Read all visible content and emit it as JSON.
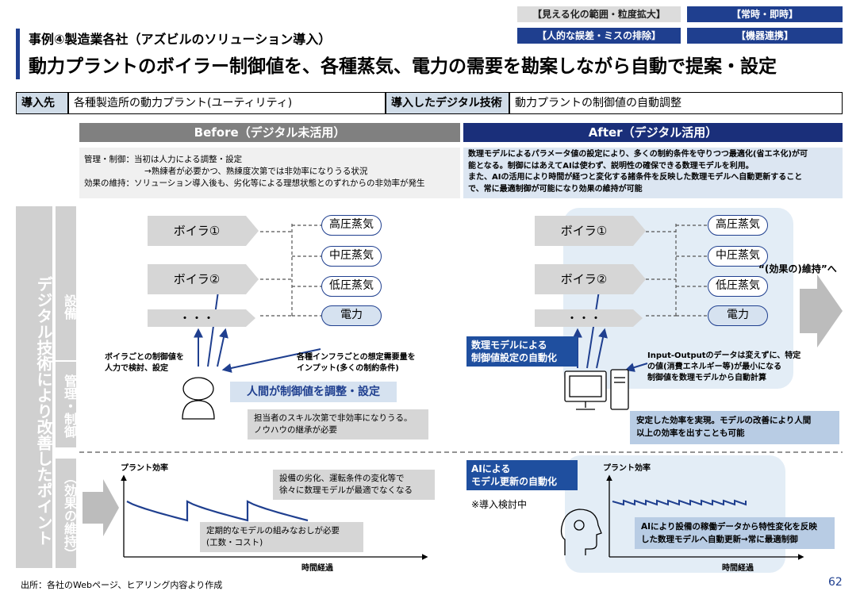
{
  "tags": {
    "tag1": "【見える化の範囲・粒度拡大】",
    "tag2": "【常時・即時】",
    "tag3": "【人的な誤差・ミスの排除】",
    "tag4": "【機器連携】"
  },
  "header": {
    "subtitle": "事例④製造業各社（アズビルのソリューション導入）",
    "title": "動力プラントのボイラー制御値を、各種蒸気、電力の需要を勘案しながら自動で提案・設定"
  },
  "info_row": {
    "label1": "導入先",
    "value1": "各種製造所の動力プラント(ユーティリティ)",
    "label2": "導入したデジタル技術",
    "value2": "動力プラントの制御値の自動調整"
  },
  "before": {
    "band": "Before（デジタル未活用）",
    "note_line1": "管理・制御：当初は人力による調整・設定",
    "note_line2": "→熟練者が必要かつ、熟練度次第では非効率になりうる状況",
    "note_line3": "効果の維持：ソリューション導入後も、劣化等による理想状態とのずれからの非効率が発生",
    "boiler1": "ボイラ①",
    "boiler2": "ボイラ②",
    "boiler3": "・・・",
    "steam_high": "高圧蒸気",
    "steam_mid": "中圧蒸気",
    "steam_low": "低圧蒸気",
    "power": "電力",
    "label_manual_line1": "ボイラごとの制御値を",
    "label_manual_line2": "人力で検討、設定",
    "label_input_line1": "各種インフラごとの想定需要量を",
    "label_input_line2": "インプット(多くの制約条件)",
    "human_box": "人間が制御値を調整・設定",
    "human_note_line1": "担当者のスキル次第で非効率になりうる。",
    "human_note_line2": "ノウハウの継承が必要",
    "chart_ylabel": "プラント効率",
    "chart_xlabel": "時間経過",
    "chart_note1_line1": "設備の劣化、運転条件の変化等で",
    "chart_note1_line2": "徐々に数理モデルが最適でなくなる",
    "chart_note2_line1": "定期的なモデルの組みなおしが必要",
    "chart_note2_line2": "(工数・コスト)"
  },
  "after": {
    "band": "After（デジタル活用）",
    "note_line1": "数理モデルによるパラメータ値の設定により、多くの制約条件を守りつつ最適化(省エネ化)が可",
    "note_line2": "能となる。制御にはあえてAIは使わず、説明性の確保できる数理モデルを利用。",
    "note_line3": "また、AIの活用により時間が経つと変化する諸条件を反映した数理モデルへ自動更新すること",
    "note_line4": "で、常に最適制御が可能になり効果の維持が可能",
    "boiler1": "ボイラ①",
    "boiler2": "ボイラ②",
    "boiler3": "・・・",
    "steam_high": "高圧蒸気",
    "steam_mid": "中圧蒸気",
    "steam_low": "低圧蒸気",
    "power": "電力",
    "maintain_label": "“(効果の)維持”へ",
    "model_box_line1": "数理モデルによる",
    "model_box_line2": "制御値設定の自動化",
    "io_note_line1": "Input-Outputのデータは変えずに、特定",
    "io_note_line2": "の値(消費エネルギー等)が最小になる",
    "io_note_line3": "制御値を数理モデルから自動計算",
    "efficiency_note_line1": "安定した効率を実現。モデルの改善により人間",
    "efficiency_note_line2": "以上の効率を出すことも可能",
    "ai_box_line1": "AIによる",
    "ai_box_line2": "モデル更新の自動化",
    "under_review": "※導入検討中",
    "chart_ylabel": "プラント効率",
    "chart_xlabel": "時間経過",
    "ai_note_line1": "AIにより設備の稼働データから特性変化を反映",
    "ai_note_line2": "した数理モデルへ自動更新→常に最適制御"
  },
  "side": {
    "main_label": "デジタル技術により改善したポイント",
    "row1": "設備",
    "row2": "管理・制御",
    "row3": "（効果の維持）"
  },
  "footer": {
    "source": "出所：各社のWebページ、ヒアリング内容より作成",
    "page": "62"
  },
  "colors": {
    "navy": "#1f3f8f",
    "light_blue": "#d6e2f0",
    "grey": "#d6d6d6"
  }
}
